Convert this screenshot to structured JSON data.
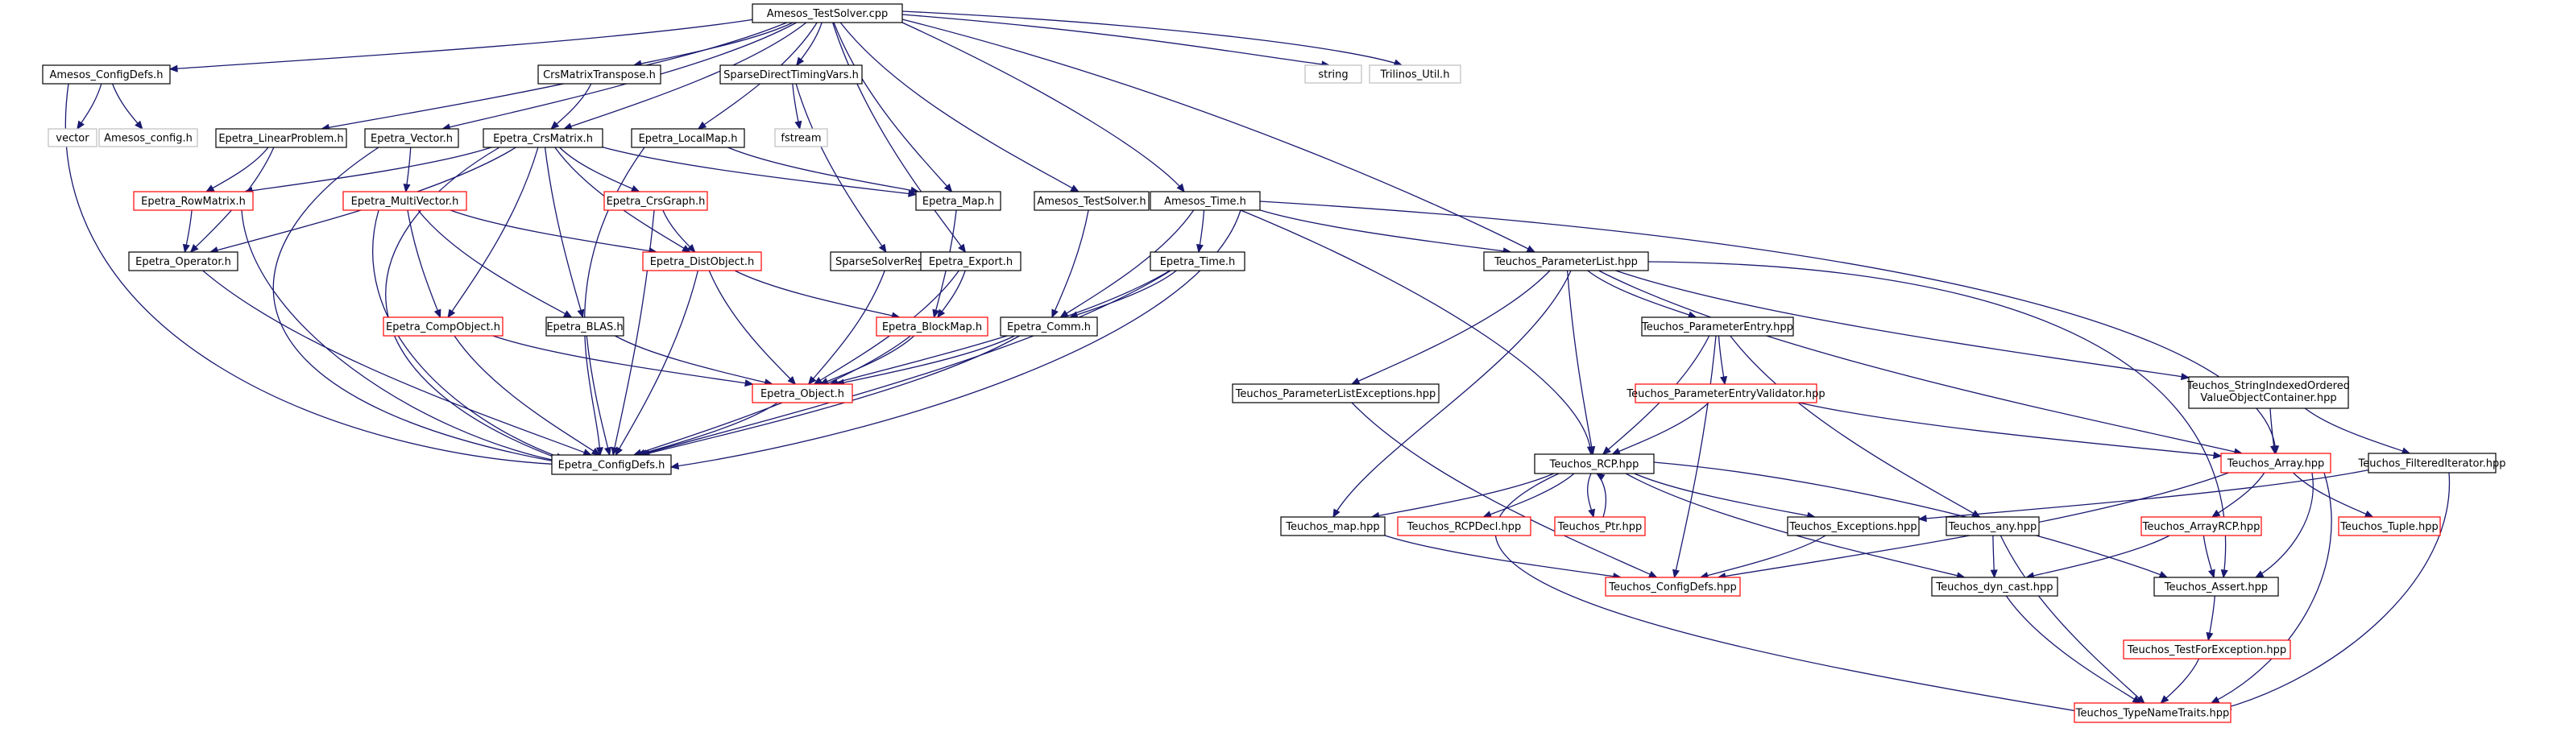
{
  "diagram": {
    "type": "include-dependency-graph",
    "colors": {
      "edge": "#191970",
      "border_normal": "#000000",
      "border_truncated": "#ff0000",
      "border_external": "#bfbfbf",
      "root_fill": "#bfbfbf",
      "node_fill": "#ffffff",
      "text": "#000000"
    },
    "nodes": [
      {
        "id": "n0",
        "label": "Amesos_TestSolver.cpp",
        "kind": "root"
      },
      {
        "id": "n1",
        "label": "Amesos_ConfigDefs.h",
        "kind": "normal"
      },
      {
        "id": "n2",
        "label": "vector",
        "kind": "external"
      },
      {
        "id": "n3",
        "label": "Amesos_config.h",
        "kind": "external"
      },
      {
        "id": "n4",
        "label": "Epetra_ConfigDefs.h",
        "kind": "normal"
      },
      {
        "id": "n5",
        "label": "CrsMatrixTranspose.h",
        "kind": "normal"
      },
      {
        "id": "n6",
        "label": "Epetra_CrsMatrix.h",
        "kind": "normal"
      },
      {
        "id": "n7",
        "label": "SparseDirectTimingVars.h",
        "kind": "normal"
      },
      {
        "id": "n8",
        "label": "fstream",
        "kind": "external"
      },
      {
        "id": "n9",
        "label": "string",
        "kind": "external"
      },
      {
        "id": "n10",
        "label": "Trilinos_Util.h",
        "kind": "external"
      },
      {
        "id": "n11",
        "label": "Epetra_LinearProblem.h",
        "kind": "normal"
      },
      {
        "id": "n12",
        "label": "Epetra_Vector.h",
        "kind": "normal"
      },
      {
        "id": "n13",
        "label": "Epetra_LocalMap.h",
        "kind": "normal"
      },
      {
        "id": "n14",
        "label": "Epetra_RowMatrix.h",
        "kind": "truncated"
      },
      {
        "id": "n15",
        "label": "Epetra_MultiVector.h",
        "kind": "truncated"
      },
      {
        "id": "n16",
        "label": "Epetra_CrsGraph.h",
        "kind": "truncated"
      },
      {
        "id": "n17",
        "label": "Epetra_Map.h",
        "kind": "normal"
      },
      {
        "id": "n18",
        "label": "Amesos_TestSolver.h",
        "kind": "normal"
      },
      {
        "id": "n19",
        "label": "Amesos_Time.h",
        "kind": "normal"
      },
      {
        "id": "n20",
        "label": "Epetra_Operator.h",
        "kind": "normal"
      },
      {
        "id": "n21",
        "label": "Epetra_DistObject.h",
        "kind": "truncated"
      },
      {
        "id": "n22",
        "label": "SparseSolverResult.h",
        "kind": "normal"
      },
      {
        "id": "n23",
        "label": "Epetra_Export.h",
        "kind": "normal"
      },
      {
        "id": "n24",
        "label": "Epetra_Time.h",
        "kind": "normal"
      },
      {
        "id": "n25",
        "label": "Teuchos_ParameterList.hpp",
        "kind": "normal"
      },
      {
        "id": "n26",
        "label": "Epetra_CompObject.h",
        "kind": "truncated"
      },
      {
        "id": "n27",
        "label": "Epetra_BLAS.h",
        "kind": "normal"
      },
      {
        "id": "n28",
        "label": "Epetra_BlockMap.h",
        "kind": "truncated"
      },
      {
        "id": "n29",
        "label": "Epetra_Comm.h",
        "kind": "normal"
      },
      {
        "id": "n30",
        "label": "Teuchos_ParameterEntry.hpp",
        "kind": "normal"
      },
      {
        "id": "n31",
        "label": "Epetra_Object.h",
        "kind": "truncated"
      },
      {
        "id": "n32",
        "label": "Teuchos_ParameterListExceptions.hpp",
        "kind": "normal"
      },
      {
        "id": "n33",
        "label": "Teuchos_ParameterEntryValidator.hpp",
        "kind": "truncated"
      },
      {
        "id": "n34",
        "label": "Teuchos_StringIndexedOrdered",
        "label2": "ValueObjectContainer.hpp",
        "kind": "normal"
      },
      {
        "id": "n35",
        "label": "Teuchos_RCP.hpp",
        "kind": "normal"
      },
      {
        "id": "n36",
        "label": "Teuchos_Array.hpp",
        "kind": "truncated"
      },
      {
        "id": "n37",
        "label": "Teuchos_FilteredIterator.hpp",
        "kind": "normal"
      },
      {
        "id": "n38",
        "label": "Teuchos_map.hpp",
        "kind": "normal"
      },
      {
        "id": "n39",
        "label": "Teuchos_RCPDecl.hpp",
        "kind": "truncated"
      },
      {
        "id": "n40",
        "label": "Teuchos_Ptr.hpp",
        "kind": "truncated"
      },
      {
        "id": "n41",
        "label": "Teuchos_Exceptions.hpp",
        "kind": "normal"
      },
      {
        "id": "n42",
        "label": "Teuchos_any.hpp",
        "kind": "normal"
      },
      {
        "id": "n43",
        "label": "Teuchos_ArrayRCP.hpp",
        "kind": "truncated"
      },
      {
        "id": "n44",
        "label": "Teuchos_Tuple.hpp",
        "kind": "truncated"
      },
      {
        "id": "n45",
        "label": "Teuchos_ConfigDefs.hpp",
        "kind": "truncated"
      },
      {
        "id": "n46",
        "label": "Teuchos_dyn_cast.hpp",
        "kind": "normal"
      },
      {
        "id": "n47",
        "label": "Teuchos_Assert.hpp",
        "kind": "normal"
      },
      {
        "id": "n48",
        "label": "Teuchos_TestForException.hpp",
        "kind": "truncated"
      },
      {
        "id": "n49",
        "label": "Teuchos_TypeNameTraits.hpp",
        "kind": "truncated"
      }
    ],
    "edges": [
      [
        "n0",
        "n1"
      ],
      [
        "n0",
        "n5"
      ],
      [
        "n0",
        "n6"
      ],
      [
        "n0",
        "n7"
      ],
      [
        "n0",
        "n9"
      ],
      [
        "n0",
        "n10"
      ],
      [
        "n0",
        "n11"
      ],
      [
        "n0",
        "n12"
      ],
      [
        "n0",
        "n13"
      ],
      [
        "n0",
        "n17"
      ],
      [
        "n0",
        "n18"
      ],
      [
        "n0",
        "n19"
      ],
      [
        "n0",
        "n23"
      ],
      [
        "n0",
        "n25"
      ],
      [
        "n1",
        "n2"
      ],
      [
        "n1",
        "n3"
      ],
      [
        "n1",
        "n4"
      ],
      [
        "n5",
        "n6"
      ],
      [
        "n7",
        "n8"
      ],
      [
        "n7",
        "n22"
      ],
      [
        "n11",
        "n14"
      ],
      [
        "n11",
        "n20"
      ],
      [
        "n12",
        "n15"
      ],
      [
        "n12",
        "n4"
      ],
      [
        "n6",
        "n14"
      ],
      [
        "n6",
        "n20"
      ],
      [
        "n6",
        "n16"
      ],
      [
        "n6",
        "n21"
      ],
      [
        "n6",
        "n17"
      ],
      [
        "n6",
        "n26"
      ],
      [
        "n6",
        "n27"
      ],
      [
        "n6",
        "n4"
      ],
      [
        "n13",
        "n17"
      ],
      [
        "n13",
        "n4"
      ],
      [
        "n14",
        "n20"
      ],
      [
        "n14",
        "n4"
      ],
      [
        "n15",
        "n21"
      ],
      [
        "n15",
        "n26"
      ],
      [
        "n15",
        "n27"
      ],
      [
        "n15",
        "n4"
      ],
      [
        "n16",
        "n21"
      ],
      [
        "n16",
        "n4"
      ],
      [
        "n17",
        "n28"
      ],
      [
        "n18",
        "n29"
      ],
      [
        "n19",
        "n24"
      ],
      [
        "n19",
        "n29"
      ],
      [
        "n19",
        "n25"
      ],
      [
        "n19",
        "n35"
      ],
      [
        "n19",
        "n36"
      ],
      [
        "n19",
        "n4"
      ],
      [
        "n20",
        "n4"
      ],
      [
        "n21",
        "n28"
      ],
      [
        "n21",
        "n31"
      ],
      [
        "n21",
        "n4"
      ],
      [
        "n22",
        "n31"
      ],
      [
        "n23",
        "n28"
      ],
      [
        "n23",
        "n31"
      ],
      [
        "n24",
        "n29"
      ],
      [
        "n24",
        "n31"
      ],
      [
        "n24",
        "n4"
      ],
      [
        "n26",
        "n31"
      ],
      [
        "n26",
        "n4"
      ],
      [
        "n27",
        "n31"
      ],
      [
        "n27",
        "n4"
      ],
      [
        "n28",
        "n31"
      ],
      [
        "n28",
        "n4"
      ],
      [
        "n29",
        "n31"
      ],
      [
        "n29",
        "n4"
      ],
      [
        "n31",
        "n4"
      ],
      [
        "n25",
        "n30"
      ],
      [
        "n25",
        "n32"
      ],
      [
        "n25",
        "n34"
      ],
      [
        "n25",
        "n35"
      ],
      [
        "n25",
        "n36"
      ],
      [
        "n25",
        "n38"
      ],
      [
        "n25",
        "n47"
      ],
      [
        "n30",
        "n33"
      ],
      [
        "n30",
        "n35"
      ],
      [
        "n30",
        "n42"
      ],
      [
        "n30",
        "n45"
      ],
      [
        "n32",
        "n45"
      ],
      [
        "n33",
        "n35"
      ],
      [
        "n33",
        "n36"
      ],
      [
        "n34",
        "n36"
      ],
      [
        "n34",
        "n37"
      ],
      [
        "n35",
        "n38"
      ],
      [
        "n35",
        "n39"
      ],
      [
        "n35",
        "n40"
      ],
      [
        "n35",
        "n41"
      ],
      [
        "n35",
        "n46"
      ],
      [
        "n35",
        "n47"
      ],
      [
        "n35",
        "n49"
      ],
      [
        "n40",
        "n35"
      ],
      [
        "n36",
        "n43"
      ],
      [
        "n36",
        "n44"
      ],
      [
        "n36",
        "n45"
      ],
      [
        "n36",
        "n47"
      ],
      [
        "n36",
        "n49"
      ],
      [
        "n37",
        "n41"
      ],
      [
        "n37",
        "n49"
      ],
      [
        "n38",
        "n45"
      ],
      [
        "n41",
        "n45"
      ],
      [
        "n42",
        "n46"
      ],
      [
        "n42",
        "n49"
      ],
      [
        "n43",
        "n46"
      ],
      [
        "n43",
        "n47"
      ],
      [
        "n46",
        "n49"
      ],
      [
        "n47",
        "n48"
      ],
      [
        "n48",
        "n49"
      ]
    ]
  }
}
